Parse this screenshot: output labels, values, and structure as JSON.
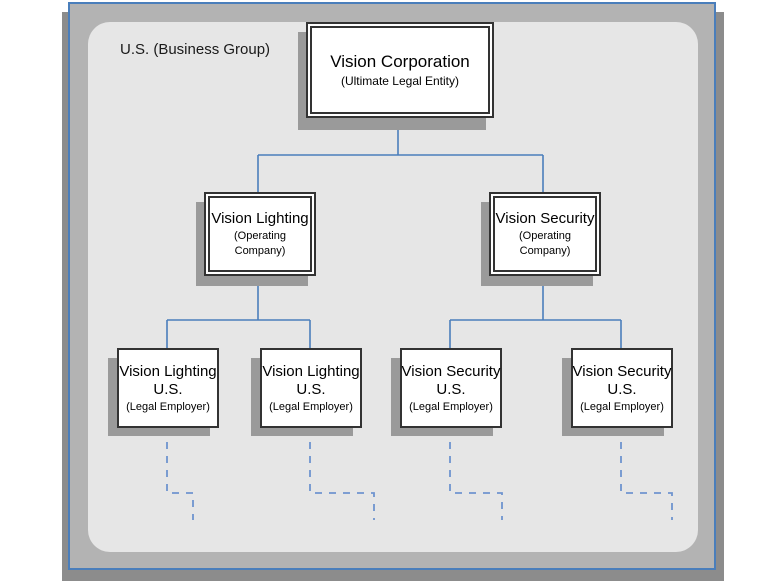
{
  "diagram": {
    "type": "organization-hierarchy",
    "group_label": "U.S. (Business Group)",
    "colors": {
      "frame_border": "#4a7ebb",
      "frame_fill": "#b3b3b3",
      "frame_shadow": "#8c8c8c",
      "panel_fill": "#e6e6e6",
      "connector_line": "#4a7ebb",
      "node_border": "#333333",
      "node_fill": "#ffffff",
      "node_shadow": "#9a9a9a",
      "text": "#000000"
    },
    "nodes": {
      "root": {
        "title": "Vision Corporation",
        "subtitle": "(Ultimate Legal Entity)"
      },
      "level1": [
        {
          "id": "vision-lighting",
          "title": "Vision Lighting",
          "subtitle_line1": "(Operating",
          "subtitle_line2": "Company)"
        },
        {
          "id": "vision-security",
          "title": "Vision Security",
          "subtitle_line1": "(Operating",
          "subtitle_line2": "Company)"
        }
      ],
      "level2": [
        {
          "id": "vision-lighting-us-1",
          "title_line1": "Vision Lighting",
          "title_line2": "U.S.",
          "subtitle": "(Legal Employer)"
        },
        {
          "id": "vision-lighting-us-2",
          "title_line1": "Vision Lighting",
          "title_line2": "U.S.",
          "subtitle": "(Legal Employer)"
        },
        {
          "id": "vision-security-us-1",
          "title_line1": "Vision Security",
          "title_line2": "U.S.",
          "subtitle": "(Legal Employer)"
        },
        {
          "id": "vision-security-us-2",
          "title_line1": "Vision Security",
          "title_line2": "U.S.",
          "subtitle": "(Legal Employer)"
        }
      ]
    }
  }
}
